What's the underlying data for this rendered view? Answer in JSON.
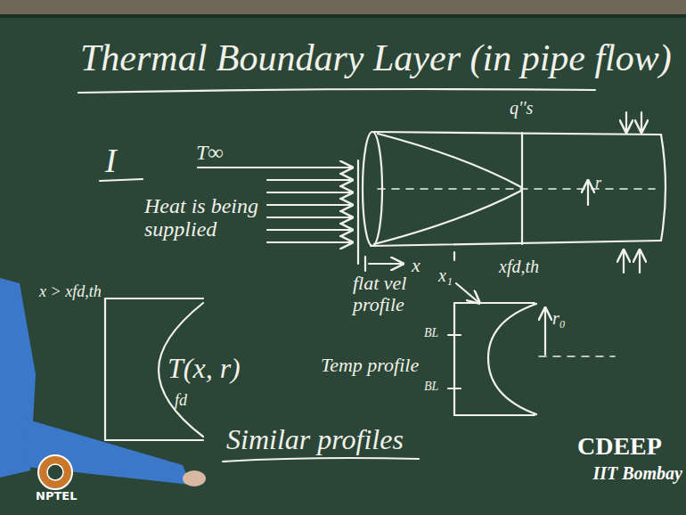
{
  "diagram": {
    "title": "Thermal Boundary Layer (in pipe flow)",
    "labels": [
      "I",
      "T∞",
      "Heat is being supplied",
      "q''s",
      "r",
      "x",
      "x₁",
      "xfd,th",
      "flat vel profile",
      "r₀",
      "BL",
      "BL",
      "T(x, r)",
      "fd",
      "Temp profile",
      "x > xfd,th",
      "Similar profiles",
      "CDEEP",
      "IIT Bombay",
      "NPTEL"
    ]
  }
}
